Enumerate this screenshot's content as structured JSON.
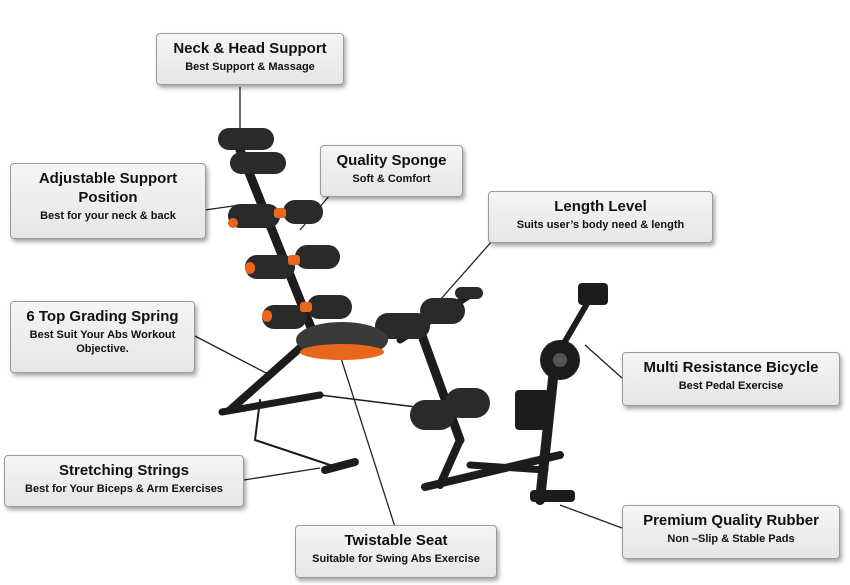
{
  "callouts": {
    "neck": {
      "title": "Neck & Head Support",
      "subtitle": "Best Support & Massage"
    },
    "adjustable": {
      "title": "Adjustable Support Position",
      "subtitle": "Best for your neck & back"
    },
    "sponge": {
      "title": "Quality Sponge",
      "subtitle": "Soft & Comfort"
    },
    "length": {
      "title": "Length Level",
      "subtitle": "Suits user’s body need & length"
    },
    "spring": {
      "title": "6 Top Grading Spring",
      "subtitle": "Best Suit Your Abs Workout Objective."
    },
    "bicycle": {
      "title": "Multi Resistance Bicycle",
      "subtitle": "Best Pedal Exercise"
    },
    "strings": {
      "title": "Stretching Strings",
      "subtitle": "Best for Your Biceps & Arm Exercises"
    },
    "rubber": {
      "title": "Premium Quality Rubber",
      "subtitle": "Non –Slip & Stable Pads"
    },
    "seat": {
      "title": "Twistable Seat",
      "subtitle": "Suitable for Swing Abs Exercise"
    }
  },
  "colors": {
    "frame": "#1c1c1c",
    "accent": "#e8671c",
    "foam": "#2a2a2a",
    "callout_bg": "#eeeeee"
  }
}
